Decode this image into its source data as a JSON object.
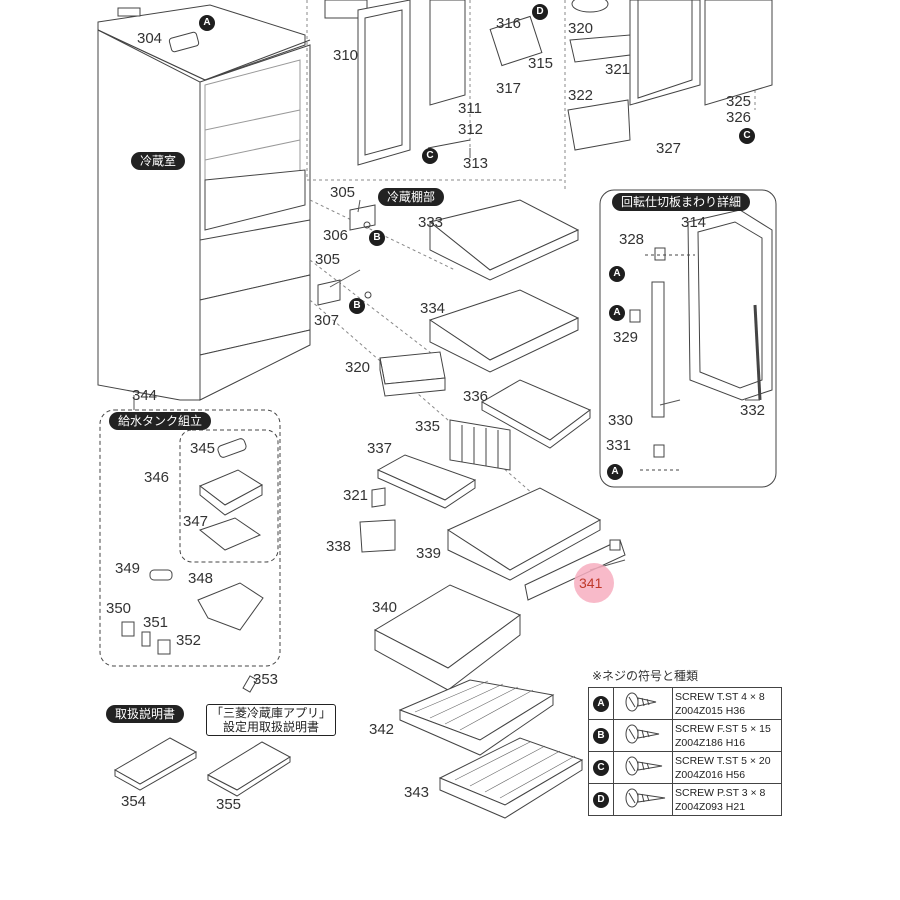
{
  "section_labels": {
    "fridge_room": "冷蔵室",
    "fridge_shelf": "冷蔵棚部",
    "rotating_partition": "回転仕切板まわり詳細",
    "water_tank": "給水タンク組立",
    "manual": "取扱説明書",
    "app_manual_line1": "「三菱冷蔵庫アプリ」",
    "app_manual_line2": "設定用取扱説明書"
  },
  "part_numbers": {
    "p304": "304",
    "p305a": "305",
    "p305b": "305",
    "p306": "306",
    "p307": "307",
    "p310": "310",
    "p311": "311",
    "p312": "312",
    "p313": "313",
    "p314": "314",
    "p315": "315",
    "p316": "316",
    "p317": "317",
    "p320a": "320",
    "p320b": "320",
    "p321a": "321",
    "p321b": "321",
    "p322": "322",
    "p325": "325",
    "p326": "326",
    "p327": "327",
    "p328": "328",
    "p329": "329",
    "p330": "330",
    "p331": "331",
    "p332": "332",
    "p333": "333",
    "p334": "334",
    "p335": "335",
    "p336": "336",
    "p337": "337",
    "p338": "338",
    "p339": "339",
    "p340": "340",
    "p341": "341",
    "p342": "342",
    "p343": "343",
    "p344": "344",
    "p345": "345",
    "p346": "346",
    "p347": "347",
    "p348": "348",
    "p349": "349",
    "p350": "350",
    "p351": "351",
    "p352": "352",
    "p353": "353",
    "p354": "354",
    "p355": "355"
  },
  "badge_letters": {
    "a": "A",
    "b": "B",
    "c": "C",
    "d": "D"
  },
  "screw_legend": {
    "note": "※ネジの符号と種類",
    "rows": [
      {
        "key": "A",
        "spec": "SCREW T.ST 4 × 8",
        "code": "Z004Z015 H36"
      },
      {
        "key": "B",
        "spec": "SCREW F.ST 5 × 15",
        "code": "Z004Z186 H16"
      },
      {
        "key": "C",
        "spec": "SCREW T.ST 5 × 20",
        "code": "Z004Z016 H56"
      },
      {
        "key": "D",
        "spec": "SCREW P.ST 3 × 8",
        "code": "Z004Z093 H21"
      }
    ]
  },
  "colors": {
    "highlight": "#f7aebf",
    "line": "#444444",
    "pill": "#222222"
  }
}
